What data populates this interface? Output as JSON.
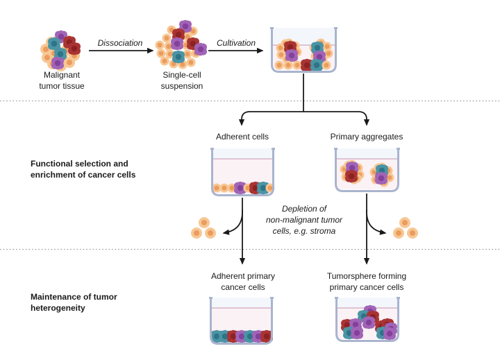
{
  "palette": {
    "cell-orange-body": "#f7c794",
    "cell-orange-nucleus": "#ea9c5e",
    "cell-purple-body": "#a164b6",
    "cell-purple-nucleus": "#83419b",
    "cell-teal-body": "#4a94a5",
    "cell-teal-nucleus": "#2e7386",
    "cell-red-body": "#a93434",
    "cell-red-nucleus": "#8c2222",
    "vessel-wall": "#a9b4ce",
    "vessel-air": "#f3f7fb",
    "vessel-media": "#fbf2f5",
    "media-line": "#cfa6c0",
    "arrow-color": "#1a1a1a",
    "divider-color": "#9a9a9a",
    "text-color": "#1a1a1a"
  },
  "top_flow": {
    "tumor_tissue_label": "Malignant\ntumor tissue",
    "dissociation_label": "Dissociation",
    "suspension_label": "Single-cell\nsuspension",
    "cultivation_label": "Cultivation"
  },
  "sections": {
    "selection_label": "Functional selection and\nenrichment of cancer cells",
    "maintenance_label": "Maintenance of tumor\nheterogeneity"
  },
  "branches": {
    "adherent_label": "Adherent cells",
    "aggregates_label": "Primary aggregates",
    "depletion_label": "Depletion of\nnon-malignant tumor\ncells, e.g. stroma",
    "adherent_result_label": "Adherent primary\ncancer cells",
    "tumorsphere_result_label": "Tumorsphere forming\nprimary cancer cells"
  }
}
